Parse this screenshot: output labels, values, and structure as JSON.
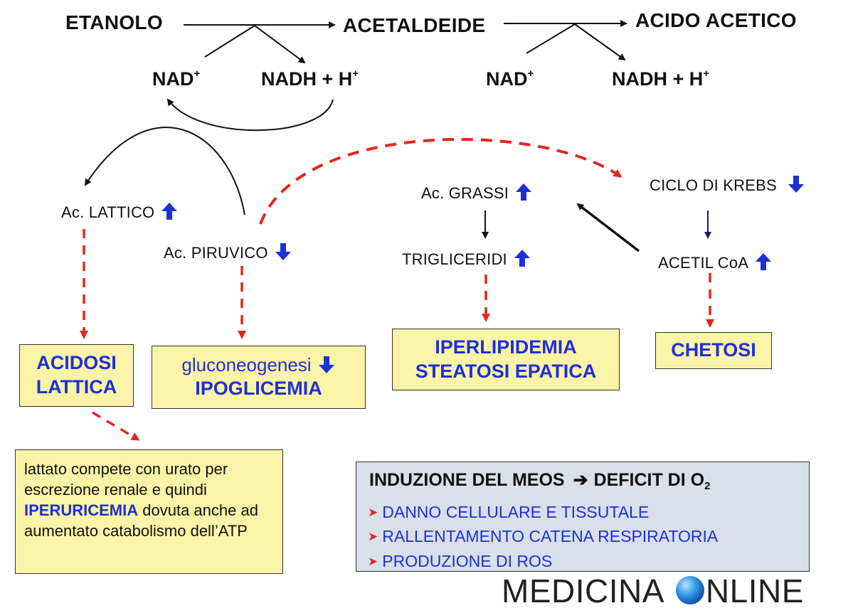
{
  "top_row": {
    "etanolo": "ETANOLO",
    "acetaldeide": "ACETALDEIDE",
    "acido_acetico": "ACIDO ACETICO"
  },
  "cofactors": {
    "nad_left": "NAD",
    "nad_left_sup": "+",
    "nadh_left": "NADH + H",
    "nadh_left_sup": "+",
    "nad_right": "NAD",
    "nad_right_sup": "+",
    "nadh_right": "NADH + H",
    "nadh_right_sup": "+"
  },
  "metabolites": {
    "lattico": "Ac. LATTICO",
    "lattico_trend": "up",
    "piruvico": "Ac. PIRUVICO",
    "piruvico_trend": "down",
    "grassi": "Ac. GRASSI",
    "grassi_trend": "up",
    "trigliceridi": "TRIGLICERIDI",
    "trigliceridi_trend": "up",
    "krebs": "CICLO DI KREBS",
    "krebs_trend": "down",
    "acetil": "ACETIL CoA",
    "acetil_trend": "up"
  },
  "outcomes": {
    "acidosi_line1": "ACIDOSI",
    "acidosi_line2": "LATTICA",
    "gluco_line1": "gluconeogenesi",
    "gluco_line2": "IPOGLICEMIA",
    "iper_line1": "IPERLIPIDEMIA",
    "iper_line2": "STEATOSI EPATICA",
    "chetosi": "CHETOSI"
  },
  "note": {
    "part1": "lattato compete con urato per escrezione renale e quindi",
    "highlight": "IPERURICEMIA",
    "part2": "dovuta anche ad aumentato catabolismo dell’ATP"
  },
  "meos": {
    "title_left": "INDUZIONE DEL MEOS",
    "arrow": "➔",
    "title_right": "DEFICIT DI O",
    "title_sub": "2",
    "bullet_glyph": "➤",
    "items": [
      "DANNO CELLULARE E TISSUTALE",
      "RALLENTAMENTO CATENA RESPIRATORIA",
      "PRODUZIONE DI ROS"
    ]
  },
  "watermark": {
    "left": "MEDICINA",
    "right": "NLINE"
  },
  "colors": {
    "blue_text": "#1f2fd6",
    "red_dashed": "#e3261f",
    "box_yellow": "#fbf4a8",
    "box_gray_blue": "#d8e0ea"
  },
  "icons": {
    "trend_up": "blue-up-arrow-icon",
    "trend_down": "blue-down-arrow-icon"
  }
}
